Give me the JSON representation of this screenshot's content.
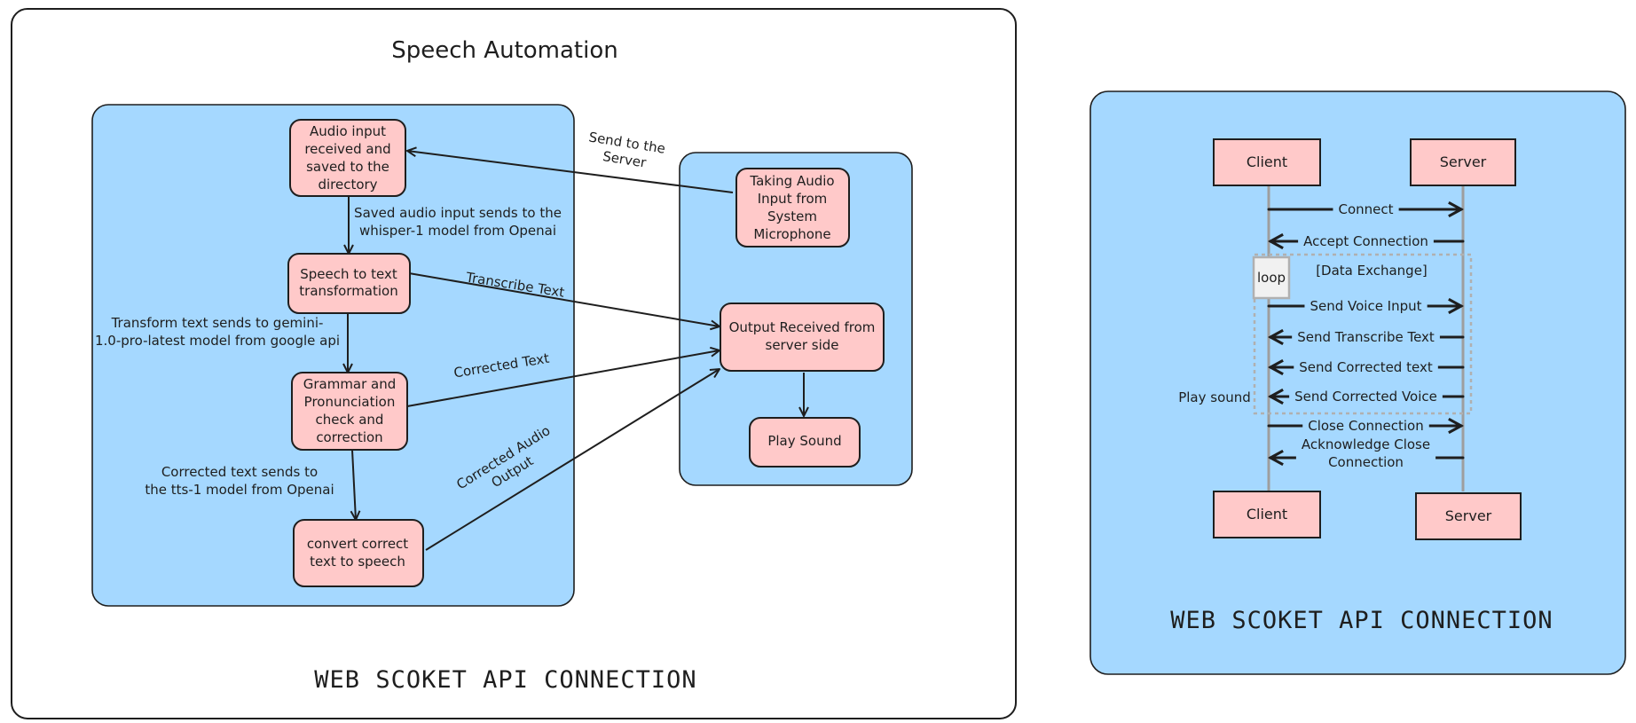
{
  "left_diagram": {
    "title": "Speech Automation",
    "footer": "WEB SCOKET API CONNECTION",
    "nodes": {
      "audio_saved": [
        "Audio input",
        "received and",
        "saved to the",
        "directory"
      ],
      "speech_to_text": [
        "Speech to text",
        "transformation"
      ],
      "grammar": [
        "Grammar and",
        "Pronunciation",
        "check and",
        "correction"
      ],
      "tts": [
        "convert correct",
        "text to speech"
      ],
      "mic": [
        "Taking Audio",
        "Input from",
        "System",
        "Microphone"
      ],
      "output": [
        "Output Received from",
        "server side"
      ],
      "play": [
        "Play Sound"
      ]
    },
    "labels": {
      "send_server": [
        "Send to the",
        "Server"
      ],
      "whisper": [
        "Saved audio input sends to the",
        "whisper-1 model from Openai"
      ],
      "gemini": [
        "Transform text sends to gemini-",
        "1.0-pro-latest model from google api"
      ],
      "tts_model": [
        "Corrected text sends to",
        "the tts-1 model from Openai"
      ],
      "transcribe": "Transcribe Text",
      "corrected_text": "Corrected Text",
      "corrected_audio": [
        "Corrected Audio",
        "Output"
      ]
    }
  },
  "right_diagram": {
    "footer": "WEB SCOKET API CONNECTION",
    "actors": {
      "client": "Client",
      "server": "Server"
    },
    "loop": {
      "tag": "loop",
      "label": "[Data Exchange]"
    },
    "side_note": "Play sound",
    "messages": [
      {
        "label": [
          "Connect"
        ],
        "dir": "right"
      },
      {
        "label": [
          "Accept Connection"
        ],
        "dir": "left"
      },
      {
        "label": [
          "Send Voice Input"
        ],
        "dir": "right"
      },
      {
        "label": [
          "Send Transcribe Text"
        ],
        "dir": "left"
      },
      {
        "label": [
          "Send Corrected text"
        ],
        "dir": "left"
      },
      {
        "label": [
          "Send Corrected Voice"
        ],
        "dir": "left"
      },
      {
        "label": [
          "Close Connection"
        ],
        "dir": "right"
      },
      {
        "label": [
          "Acknowledge Close",
          "Connection"
        ],
        "dir": "left"
      }
    ]
  }
}
